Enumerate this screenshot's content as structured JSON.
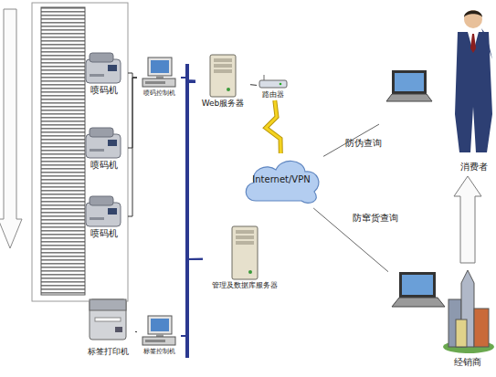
{
  "diagram": {
    "nodes": [
      {
        "text": [
          "喷码机"
        ]
      },
      {
        "text": [
          "喷码机"
        ]
      },
      {
        "text": [
          "喷码机"
        ]
      },
      {
        "text": [
          "喷码控制机"
        ]
      },
      {
        "text": [
          "Web服务器"
        ]
      },
      {
        "text": [
          "路由器"
        ]
      },
      {
        "text": [
          "Internet/VPN"
        ]
      },
      {
        "text": [
          "管理及数据库服务器"
        ]
      },
      {
        "text": [
          "标签打印机"
        ]
      },
      {
        "text": [
          "标签控制机"
        ]
      },
      {
        "text": [
          "消费者"
        ]
      },
      {
        "text": [
          "经销商"
        ]
      }
    ],
    "edges": [
      {
        "from": 0,
        "to": 3,
        "arrow": "none"
      },
      {
        "from": 1,
        "to": 3,
        "arrow": "none"
      },
      {
        "from": 2,
        "to": 3,
        "arrow": "none"
      },
      {
        "from": 3,
        "to": 4,
        "arrow": "none"
      },
      {
        "from": 4,
        "to": 7,
        "arrow": "none"
      },
      {
        "from": 9,
        "to": 7,
        "arrow": "none"
      },
      {
        "from": 8,
        "to": 9,
        "arrow": "none"
      },
      {
        "from": 4,
        "to": 5,
        "arrow": "none"
      },
      {
        "from": 5,
        "to": 6,
        "arrow": "none"
      },
      {
        "from": 6,
        "to": 10,
        "label": "防伪查询",
        "arrow": "none"
      },
      {
        "from": 6,
        "to": 11,
        "label": "防窜货查询",
        "arrow": "none"
      },
      {
        "from": 11,
        "to": 10,
        "arrow": "to"
      }
    ]
  }
}
